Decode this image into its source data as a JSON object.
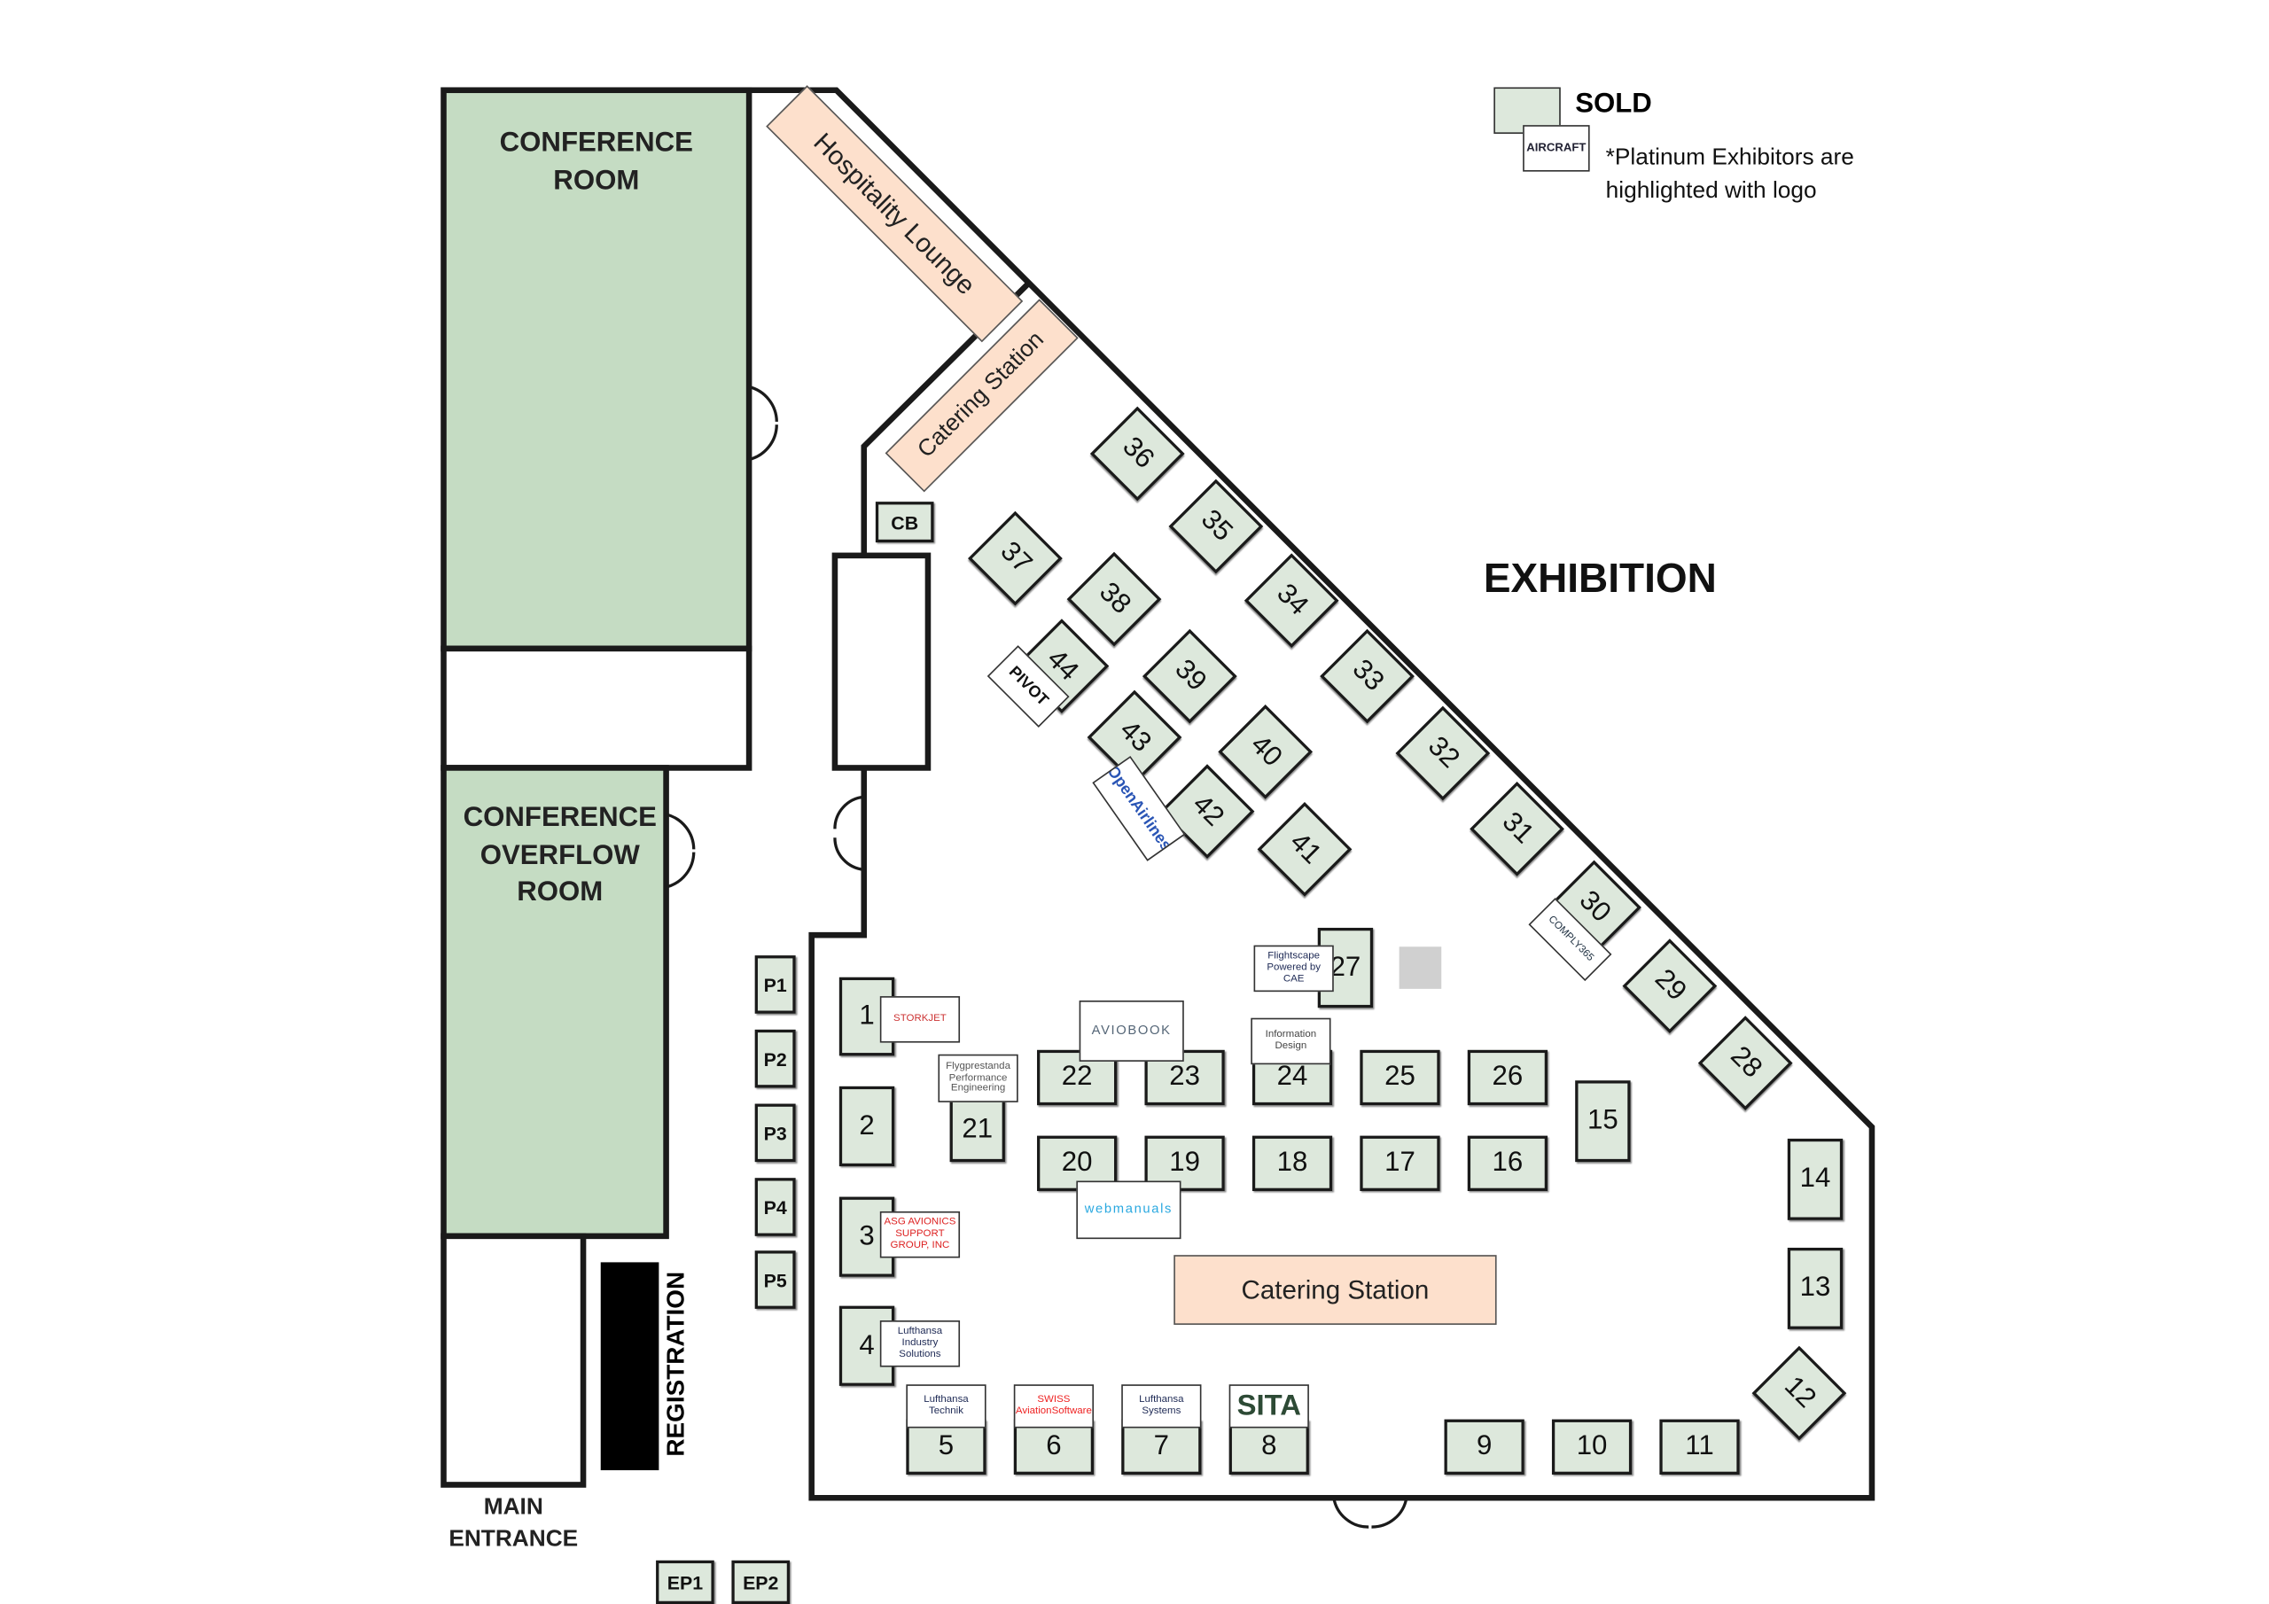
{
  "legend": {
    "sold_label": "SOLD",
    "logo_sample": "AIRCRAFT",
    "platinum_note_1": "*Platinum Exhibitors are",
    "platinum_note_2": "highlighted with logo"
  },
  "colors": {
    "sold": "#dde8dc",
    "room": "#c5dcc3",
    "catering": "#fde0cc",
    "wall": "#1a1a1a"
  },
  "areas": {
    "conference_room": [
      "CONFERENCE",
      "ROOM"
    ],
    "overflow_room": [
      "CONFERENCE",
      "OVERFLOW",
      "ROOM"
    ],
    "exhibition": "EXHIBITION",
    "registration": "REGISTRATION",
    "main_entrance": [
      "MAIN",
      "ENTRANCE"
    ],
    "hospitality": "Hospitality Lounge",
    "catering_top": "Catering Station",
    "catering_main": "Catering Station"
  },
  "booths": [
    "1",
    "2",
    "3",
    "4",
    "5",
    "6",
    "7",
    "8",
    "9",
    "10",
    "11",
    "12",
    "13",
    "14",
    "15",
    "16",
    "17",
    "18",
    "19",
    "20",
    "21",
    "22",
    "23",
    "24",
    "25",
    "26",
    "27",
    "28",
    "29",
    "30",
    "31",
    "32",
    "33",
    "34",
    "35",
    "36",
    "37",
    "38",
    "39",
    "40",
    "41",
    "42",
    "43",
    "44",
    "CB",
    "P1",
    "P2",
    "P3",
    "P4",
    "P5",
    "EP1",
    "EP2"
  ],
  "logos": {
    "storkjet": "STORKJET",
    "flygprestanda": "Flygprestanda Performance Engineering",
    "aviobook": "AVIOBOOK",
    "infodesign": "Information Design",
    "flightscape": "Flightscape Powered by CAE",
    "webmanuals": "webmanuals",
    "asg": "ASG AVIONICS SUPPORT GROUP, INC",
    "lh_industry": "Lufthansa Industry Solutions",
    "lh_technik": "Lufthansa Technik",
    "swiss": "SWISS AviationSoftware",
    "lh_systems": "Lufthansa Systems",
    "sita": "SITA",
    "pivot": "PIVOT",
    "openairlines": "OpenAirlines",
    "comply365": "COMPLY365"
  }
}
